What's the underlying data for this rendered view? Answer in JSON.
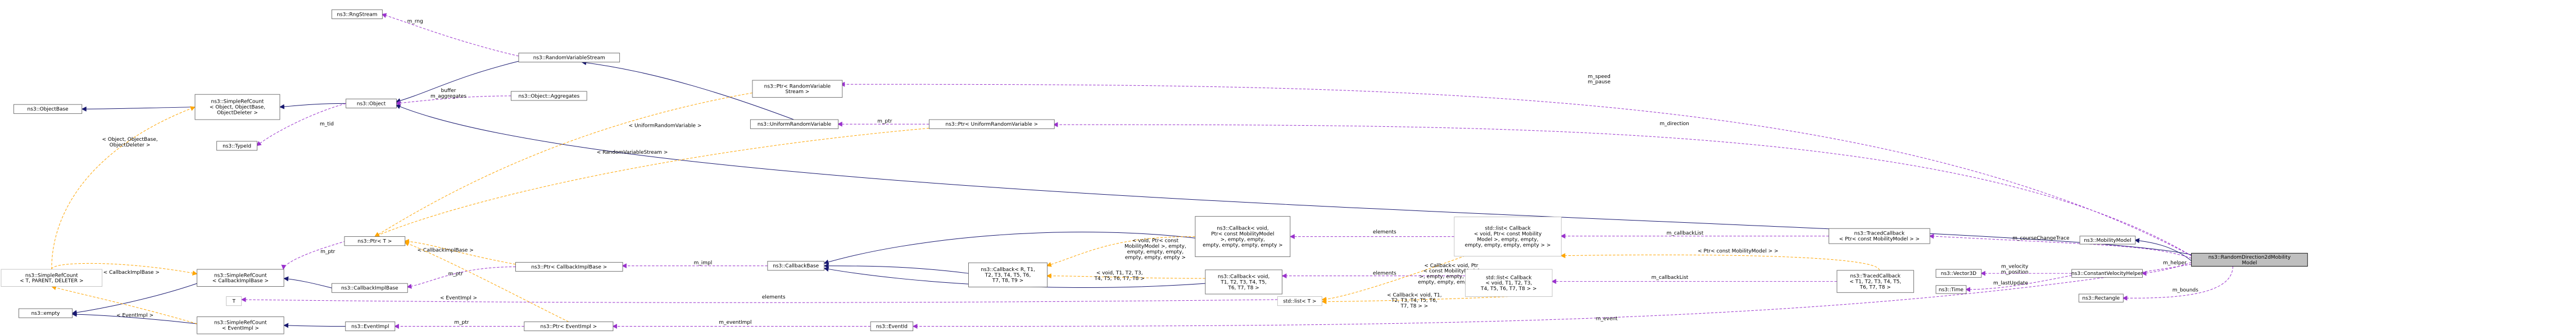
{
  "nodes": {
    "RandomDirection2dMobilityModel": [
      "ns3::RandomDirection2dMobility",
      "Model"
    ],
    "MobilityModel": [
      "ns3::MobilityModel"
    ],
    "ConstantVelocityHelper": [
      "ns3::ConstantVelocityHelper"
    ],
    "Rectangle": [
      "ns3::Rectangle"
    ],
    "Vector3D": [
      "ns3::Vector3D"
    ],
    "Time": [
      "ns3::Time"
    ],
    "TracedCallbackPtr": [
      "ns3::TracedCallback",
      "< Ptr< const MobilityModel > >"
    ],
    "TracedCallbackT": [
      "ns3::TracedCallback",
      "< T1, T2, T3, T4, T5,",
      "T6, T7, T8 >"
    ],
    "ListCallbackPtr": [
      "std::list< Callback",
      "< void, Ptr< const Mobility",
      "Model >, empty, empty,",
      "empty, empty, empty, empty > >"
    ],
    "ListCallbackT": [
      "std::list< Callback",
      "< void, T1, T2, T3,",
      "T4, T5, T6, T7, T8 > >"
    ],
    "ListT": [
      "std::list< T >"
    ],
    "CallbackPtr": [
      "ns3::Callback< void,",
      "Ptr< const MobilityModel",
      ">, empty, empty,",
      "empty, empty, empty, empty >"
    ],
    "CallbackVoid": [
      "ns3::Callback< void,",
      "T1, T2, T3, T4, T5,",
      "T6, T7, T8 >"
    ],
    "CallbackR": [
      "ns3::Callback< R, T1,",
      "T2, T3, T4, T5, T6,",
      "T7, T8, T9 >"
    ],
    "CallbackBase": [
      "ns3::CallbackBase"
    ],
    "EventId": [
      "ns3::EventId"
    ],
    "PtrEventImpl": [
      "ns3::Ptr< EventImpl >"
    ],
    "EventImpl": [
      "ns3::EventImpl"
    ],
    "PtrCallbackImplBase": [
      "ns3::Ptr< CallbackImplBase >"
    ],
    "CallbackImplBase": [
      "ns3::CallbackImplBase"
    ],
    "PtrT": [
      "ns3::Ptr< T >"
    ],
    "T": [
      "T"
    ],
    "SimpleRefCountCallbackImplBase": [
      "ns3::SimpleRefCount",
      "< CallbackImplBase >"
    ],
    "SimpleRefCountEventImpl": [
      "ns3::SimpleRefCount",
      "< EventImpl >"
    ],
    "SimpleRefCountT": [
      "ns3::SimpleRefCount",
      "< T, PARENT, DELETER >"
    ],
    "empty": [
      "ns3::empty"
    ],
    "PtrUniformRandomVariable": [
      "ns3::Ptr< UniformRandomVariable >"
    ],
    "UniformRandomVariable": [
      "ns3::UniformRandomVariable"
    ],
    "PtrRandomVariableStream": [
      "ns3::Ptr< RandomVariable",
      "Stream >"
    ],
    "RandomVariableStream": [
      "ns3::RandomVariableStream"
    ],
    "RngStream": [
      "ns3::RngStream"
    ],
    "Object": [
      "ns3::Object"
    ],
    "ObjectAggregates": [
      "ns3::Object::Aggregates"
    ],
    "SimpleRefCountObject": [
      "ns3::SimpleRefCount",
      "< Object, ObjectBase,",
      "ObjectDeleter >"
    ],
    "ObjectBase": [
      "ns3::ObjectBase"
    ],
    "TypeId": [
      "ns3::TypeId"
    ]
  },
  "edges": {
    "m_speed_pause": [
      "m_speed",
      "m_pause"
    ],
    "m_direction": [
      "m_direction"
    ],
    "m_courseChangeTrace": [
      "m_courseChangeTrace"
    ],
    "m_helper": [
      "m_helper"
    ],
    "m_velocity_position": [
      "m_velocity",
      "m_position"
    ],
    "m_lastUpdate": [
      "m_lastUpdate"
    ],
    "m_event": [
      "m_event"
    ],
    "m_bounds": [
      "m_bounds"
    ],
    "m_callbackList_1": [
      "m_callbackList"
    ],
    "m_callbackList_2": [
      "m_callbackList"
    ],
    "tpl_ptr_const_mobility": [
      "< Ptr< const MobilityModel > >"
    ],
    "elements_1": [
      "elements"
    ],
    "elements_2": [
      "elements"
    ],
    "elements_3": [
      "elements"
    ],
    "tpl_callback_void_ptr_list": [
      "< Callback< void, Ptr",
      "< const MobilityModel",
      ">, empty, empty, empty,",
      "empty, empty, empty > >"
    ],
    "tpl_callback_void_t_list": [
      "< Callback< void, T1,",
      "T2, T3, T4, T5, T6,",
      "T7, T8 > >"
    ],
    "tpl_void_ptr_const": [
      "< void, Ptr< const",
      "MobilityModel >, empty,",
      "empty, empty, empty,",
      "empty, empty, empty >"
    ],
    "tpl_void_t1": [
      "< void, T1, T2, T3,",
      "T4, T5, T6, T7, T8 >"
    ],
    "m_impl": [
      "m_impl"
    ],
    "m_ptr_1": [
      "m_ptr"
    ],
    "m_ptr_2": [
      "m_ptr"
    ],
    "m_ptr_3": [
      "m_ptr"
    ],
    "m_ptr_4": [
      "m_ptr"
    ],
    "m_eventImpl": [
      "m_eventImpl"
    ],
    "tpl_callbackimplbase_1": [
      "< CallbackImplBase >"
    ],
    "tpl_callbackimplbase_2": [
      "< CallbackImplBase >"
    ],
    "tpl_eventimpl_1": [
      "< EventImpl >"
    ],
    "tpl_eventimpl_2": [
      "< EventImpl >"
    ],
    "tpl_object_base": [
      "< Object, ObjectBase,",
      "ObjectDeleter >"
    ],
    "tpl_uniform": [
      "< UniformRandomVariable >"
    ],
    "tpl_randomvariablestream": [
      "< RandomVariableStream >"
    ],
    "m_rng": [
      "m_rng"
    ],
    "buffer_aggregates": [
      "buffer",
      "m_aggregates"
    ],
    "m_tid": [
      "m_tid"
    ]
  }
}
